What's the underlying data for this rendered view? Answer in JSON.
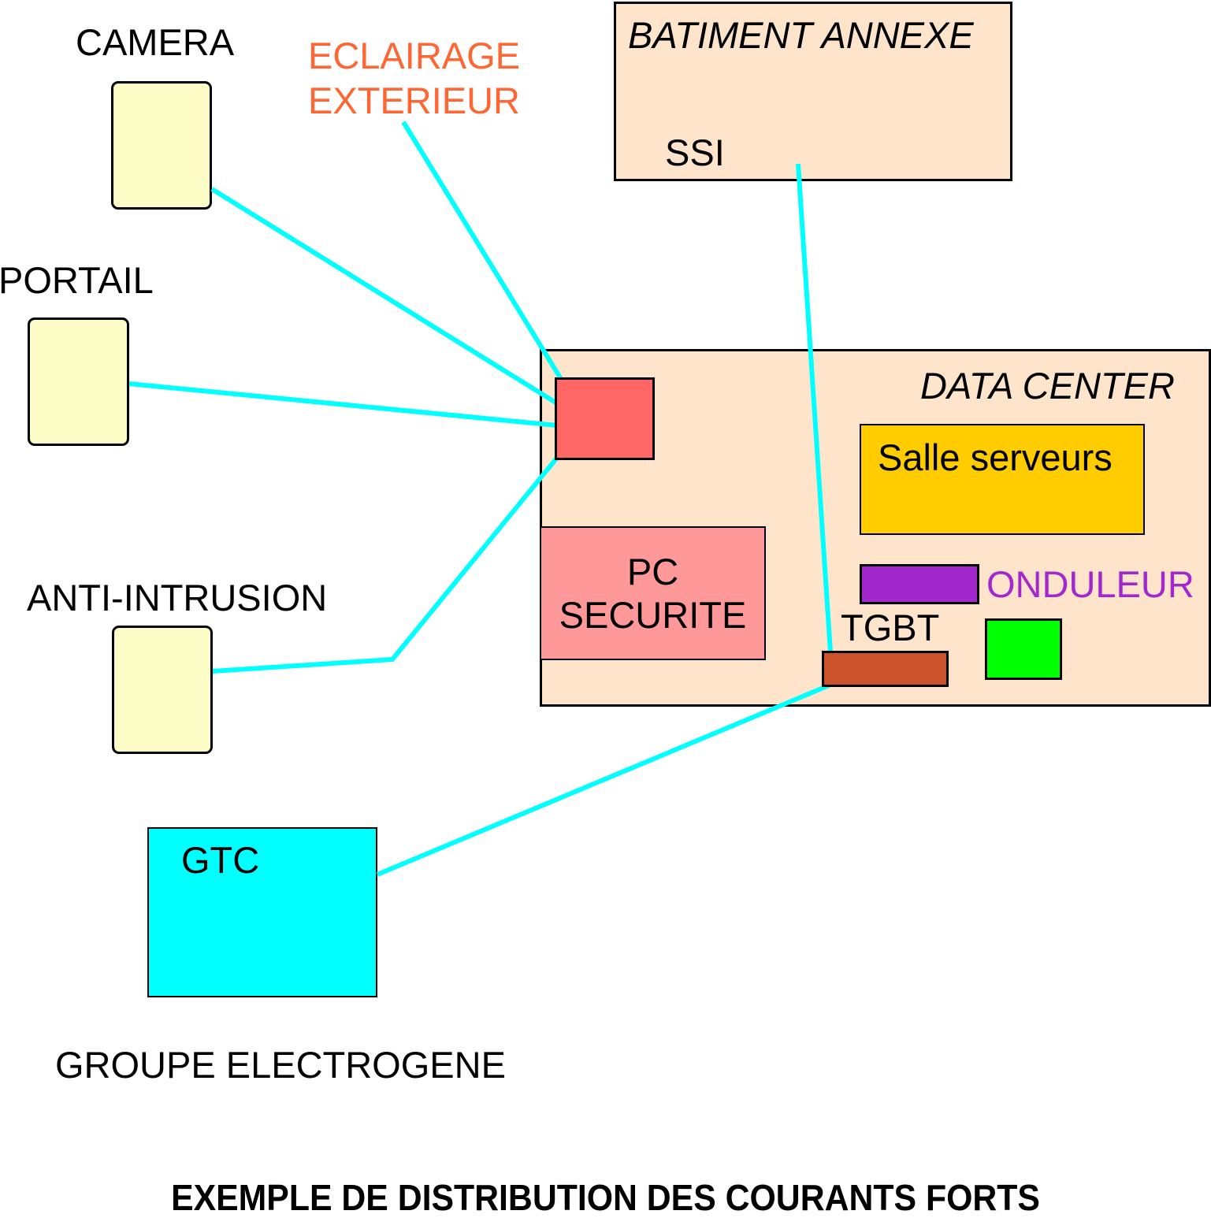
{
  "diagram": {
    "title": "EXEMPLE DE DISTRIBUTION DES COURANTS FORTS",
    "colors": {
      "wire": "#00ffff",
      "building_fill": "#ffe4cc",
      "device_fill": "#fdfdc8",
      "hub_fill": "#ff6666",
      "pc_fill": "#ff9999",
      "servers_fill": "#ffcc00",
      "onduleur_fill": "#a228cc",
      "onduleur_text": "#a228cc",
      "green_fill": "#00ff00",
      "tgbt_fill": "#cc522c",
      "gtc_fill": "#00ffff",
      "eclairage_text": "#ff6633"
    },
    "nodes": {
      "camera": {
        "label": "CAMERA"
      },
      "portail": {
        "label": "PORTAIL"
      },
      "anti_intrusion": {
        "label": "ANTI-INTRUSION"
      },
      "eclairage": {
        "label_line1": "ECLAIRAGE",
        "label_line2": "EXTERIEUR"
      },
      "batiment_annexe": {
        "label": "BATIMENT ANNEXE",
        "ssi_label": "SSI"
      },
      "data_center": {
        "label": "DATA CENTER"
      },
      "salle_serveurs": {
        "label": "Salle serveurs"
      },
      "pc_securite": {
        "label_line1": "PC",
        "label_line2": "SECURITE"
      },
      "onduleur": {
        "label": "ONDULEUR"
      },
      "tgbt": {
        "label": "TGBT"
      },
      "gtc": {
        "label": "GTC"
      },
      "groupe_electrogene": {
        "label": "GROUPE ELECTROGENE"
      }
    },
    "connections": [
      {
        "from": "CAMERA",
        "to": "security hub"
      },
      {
        "from": "ECLAIRAGE EXTERIEUR",
        "to": "security hub"
      },
      {
        "from": "PORTAIL",
        "to": "security hub"
      },
      {
        "from": "ANTI-INTRUSION",
        "to": "security hub"
      },
      {
        "from": "SSI",
        "to": "TGBT"
      },
      {
        "from": "TGBT",
        "to": "GTC"
      }
    ]
  }
}
